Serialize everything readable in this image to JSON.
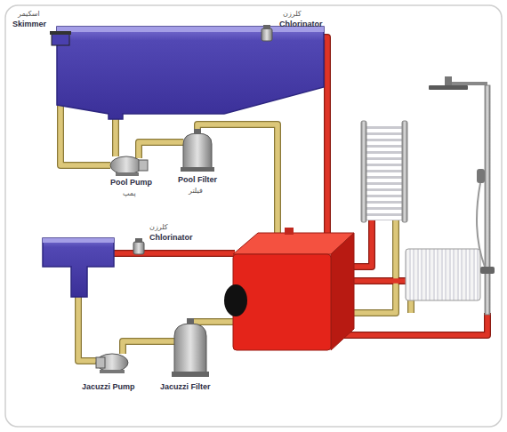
{
  "diagram": {
    "labels": [
      "اسکیمر",
      "Skimmer",
      "کلرزن",
      "Chlorinator",
      "Pool Pump",
      "پمپ",
      "Pool Filter",
      "فیلتر",
      "کلرزن",
      "Chlorinator",
      "Jacuzzi Pump",
      "Jacuzzi Filter"
    ]
  }
}
